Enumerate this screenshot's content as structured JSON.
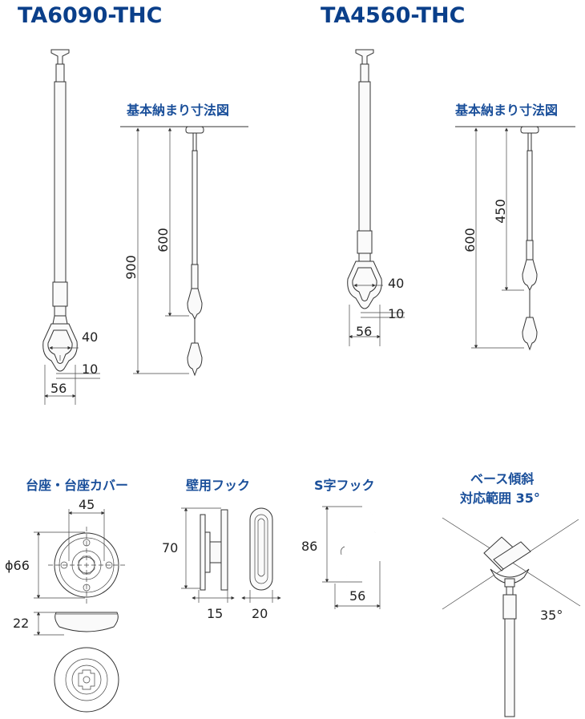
{
  "titles": {
    "left": "TA6090-THC",
    "right": "TA4560-THC"
  },
  "subtitles": {
    "base_dims_left": "基本納まり寸法図",
    "base_dims_right": "基本納まり寸法図",
    "base_cover": "台座・台座カバー",
    "wall_hook": "壁用フック",
    "s_hook": "S字フック",
    "base_tilt_line1": "ベース傾斜",
    "base_tilt_line2": "対応範囲 35°"
  },
  "dims": {
    "ta6090_ring_inner": "40",
    "ta6090_ring_thick": "10",
    "ta6090_ring_width": "56",
    "ta6090_len_900": "900",
    "ta6090_len_600": "600",
    "ta4560_ring_inner": "40",
    "ta4560_ring_thick": "10",
    "ta4560_ring_width": "56",
    "ta4560_len_600": "600",
    "ta4560_len_450": "450",
    "base_45": "45",
    "base_phi66": "ϕ66",
    "base_22": "22",
    "wall_70": "70",
    "wall_15": "15",
    "wall_20": "20",
    "s_86": "86",
    "s_56": "56",
    "tilt_35": "35°"
  },
  "colors": {
    "title": "#0a3f8a",
    "subtitle": "#1a4f9a",
    "line": "#333333"
  }
}
